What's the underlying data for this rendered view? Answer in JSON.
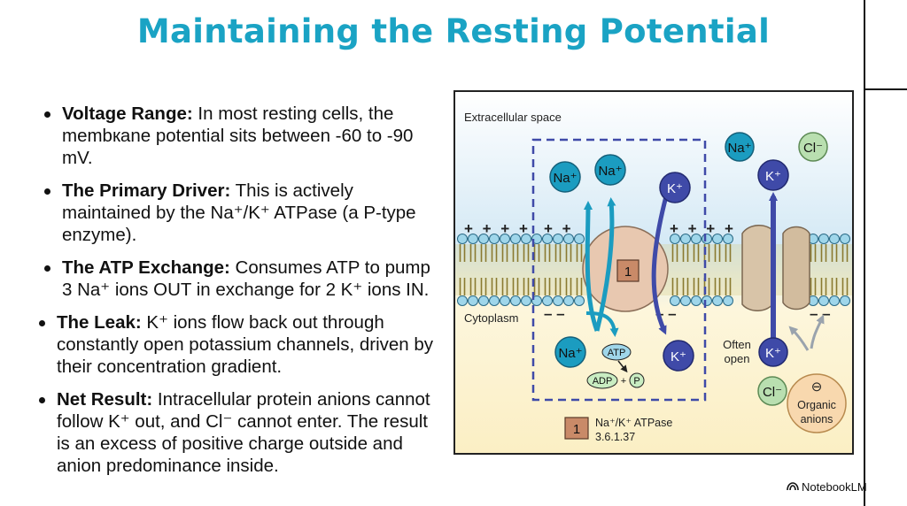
{
  "title": "Maintaining the Resting Potential",
  "bullets": [
    {
      "label": "Voltage Range:",
      "text": " In most resting cells, the membкane potential sits between -60 to -90 mV."
    },
    {
      "label": "The Primary Driver:",
      "text": " This is actively maintained by the Na⁺/K⁺ ATPase (a P-type enzyme)."
    },
    {
      "label": "The ATP Exchange:",
      "text": " Consumes ATP to pump 3 Na⁺ ions OUT in exchange for 2 K⁺ ions IN."
    },
    {
      "label": "The Leak:",
      "text": " K⁺ ions flow back out through constantly open potassium channels, driven by their concentration gradient."
    },
    {
      "label": "Net Result:",
      "text": " Intracellular protein anions cannot follow K⁺ out, and Cl⁻ cannot enter. The result is an excess of positive charge outside and anion predominance inside."
    }
  ],
  "diagram": {
    "extracellular_label": "Extracellular space",
    "cytoplasm_label": "Cytoplasm",
    "plus_signs": "+ + + +",
    "plus_signs_short": "+ +",
    "minus_signs": "– –",
    "na": "Na⁺",
    "k": "K⁺",
    "cl": "Cl⁻",
    "pump_number": "1",
    "atp": "ATP",
    "adp": "ADP",
    "p": "P",
    "plus": "+",
    "often_open": "Often\nopen",
    "often_open_line1": "Often",
    "often_open_line2": "open",
    "organic_line1": "Organic",
    "organic_line2": "anions",
    "organic_symbol": "⊖",
    "legend_number": "1",
    "legend_name": "Na⁺/K⁺ ATPase",
    "legend_ec": "3.6.1.37"
  },
  "brand": "NotebookLM",
  "colors": {
    "title": "#1aa3c4",
    "sodium": "#1b9cc0",
    "potassium": "#3f4aa8",
    "chloride": "#b9dfb0",
    "pump": "#e8c8b0",
    "membrane": "#d8c870",
    "extracellular": "#d8ebf6",
    "cytoplasm": "#fbf1c9"
  }
}
